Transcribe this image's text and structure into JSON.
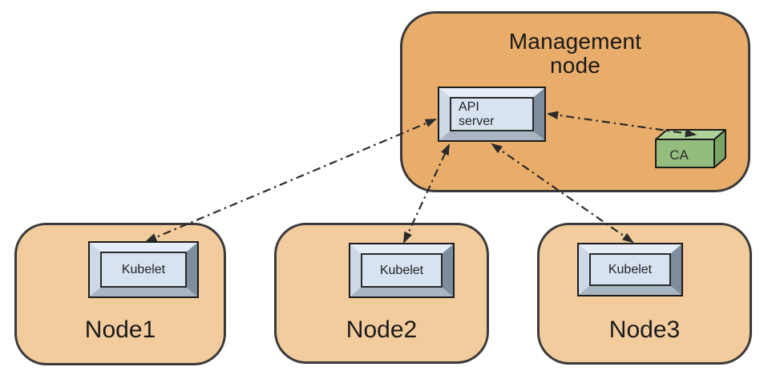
{
  "diagram": {
    "management_node": {
      "label": "Management\nnode",
      "api_server_label": "API\nserver",
      "ca_label": "CA"
    },
    "nodes": [
      {
        "label": "Node1",
        "component_label": "Kubelet"
      },
      {
        "label": "Node2",
        "component_label": "Kubelet"
      },
      {
        "label": "Node3",
        "component_label": "Kubelet"
      }
    ],
    "connections": [
      {
        "from": "node1-kubelet",
        "to": "api-server",
        "bidirectional": true,
        "style": "dash-dot"
      },
      {
        "from": "node2-kubelet",
        "to": "api-server",
        "bidirectional": true,
        "style": "dash-dot"
      },
      {
        "from": "node3-kubelet",
        "to": "api-server",
        "bidirectional": true,
        "style": "dash-dot"
      },
      {
        "from": "api-server",
        "to": "ca",
        "bidirectional": true,
        "style": "dash-dot"
      }
    ],
    "colors": {
      "management_fill": "#e9ad6b",
      "node_fill": "#f3cc9d",
      "outline": "#3a3a3a",
      "panel_fill": "#d7e3f1",
      "bevel_light": "#e7edf6",
      "bevel_dark": "#7d8da0",
      "ca_front": "#94bd7d",
      "ca_top": "#aed099",
      "ca_side": "#7aa463",
      "arrow": "#2a2a2a",
      "text": "#1a1a1a"
    }
  }
}
